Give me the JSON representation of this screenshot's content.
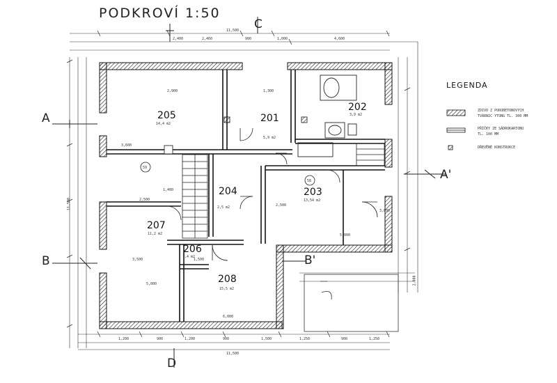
{
  "title": "PODKROVÍ   1:50",
  "rooms": [
    {
      "id": "205",
      "area": "14,4 m2"
    },
    {
      "id": "201",
      "area": "5,9 m2"
    },
    {
      "id": "202",
      "area": "3,9 m2"
    },
    {
      "id": "203",
      "area": "13,54 m2"
    },
    {
      "id": "204",
      "area": "2,5 m2"
    },
    {
      "id": "206",
      "area": "1,4 m2"
    },
    {
      "id": "207",
      "area": "11,2 m2"
    },
    {
      "id": "208",
      "area": "15,5 m2"
    }
  ],
  "circle_markers": [
    "59",
    "58"
  ],
  "sections": {
    "a_left": "A",
    "a_right": "A'",
    "b_left": "B",
    "b_right": "B'"
  },
  "views": {
    "top": "C",
    "bottom": "D"
  },
  "legend": {
    "title": "LEGENDA",
    "items": [
      {
        "text1": "ZDIVO Z POROBETONOVÝCH",
        "text2": "TVÁRNIC YTONG TL. 300 MM"
      },
      {
        "text1": "PŘÍČKY ZE SÁDROKARTONU",
        "text2": "TL. 100 MM"
      },
      {
        "text1": "DŘEVĚNÉ KONSTRUKCE",
        "text2": ""
      }
    ]
  },
  "dimensions": {
    "top_overall": "11,500",
    "top_row": [
      "2,400",
      "2,460",
      "900",
      "1,000",
      "4,600"
    ],
    "bottom_overall": "11,500",
    "bottom_row": [
      "1,200",
      "900",
      "1,200",
      "900",
      "1,500",
      "1,250",
      "900",
      "1,250"
    ],
    "left_overall": "11,500",
    "right_overall": "2,000",
    "interior": [
      "5,000",
      "3,500",
      "2,500",
      "1,500",
      "2,500",
      "5,000",
      "2,900",
      "1,300",
      "3,600",
      "1,400",
      "6,000",
      "3,000"
    ]
  }
}
